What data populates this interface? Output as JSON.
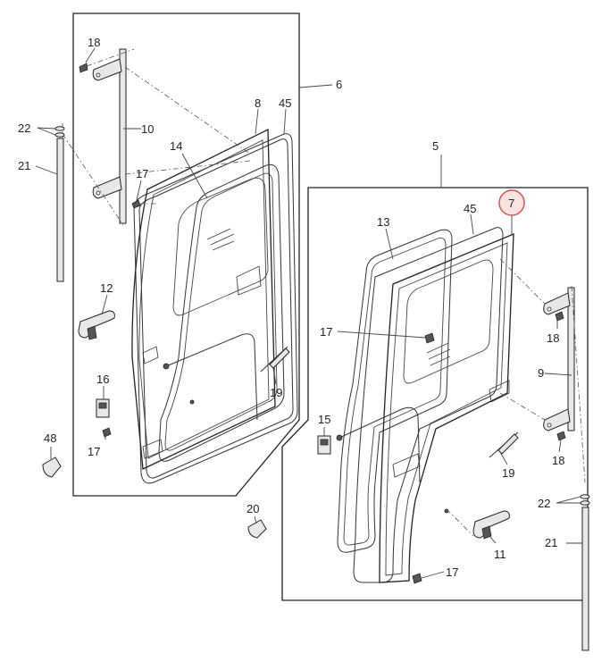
{
  "diagram": {
    "highlight_color": "#d9534f",
    "callouts": {
      "c5": "5",
      "c6": "6",
      "c7": "7",
      "c8": "8",
      "c9": "9",
      "c10": "10",
      "c11": "11",
      "c12": "12",
      "c13": "13",
      "c14": "14",
      "c15": "15",
      "c16": "16",
      "c17a": "17",
      "c17b": "17",
      "c17c": "17",
      "c17d": "17",
      "c18a": "18",
      "c18b": "18",
      "c18c": "18",
      "c19a": "19",
      "c19b": "19",
      "c20": "20",
      "c21a": "21",
      "c21b": "21",
      "c22a": "22",
      "c22b": "22",
      "c45a": "45",
      "c45b": "45",
      "c48": "48"
    }
  }
}
